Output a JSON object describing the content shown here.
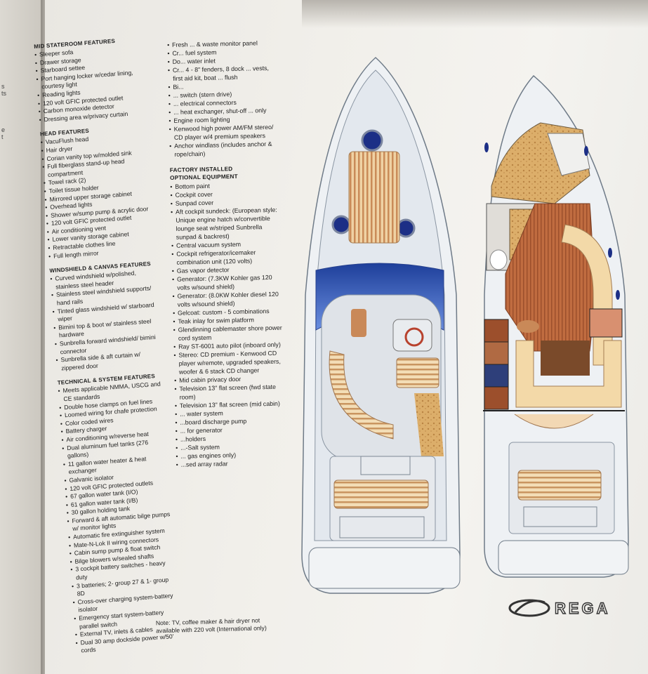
{
  "col1": {
    "sections": [
      {
        "heading": "MID STATEROOM FEATURES",
        "items": [
          "Sleeper sofa",
          "Drawer storage",
          "Starboard settee",
          "Port hanging locker w/cedar lining, courtesy light",
          "Reading lights",
          "120 volt GFIC protected outlet",
          "Carbon monoxide detector",
          "Dressing area w/privacy curtain"
        ]
      },
      {
        "heading": "HEAD FEATURES",
        "items": [
          "VacuFlush head",
          "Hair dryer",
          "Corian vanity top w/molded sink",
          "Full fiberglass stand-up head compartment",
          "Towel rack (2)",
          "Toilet tissue holder",
          "Mirrored upper storage cabinet",
          "Overhead lights",
          "Shower w/sump pump & acrylic door",
          "120 volt GFIC protected outlet",
          "Air conditioning vent",
          "Lower vanity storage cabinet",
          "Retractable clothes line",
          "Full length mirror"
        ]
      },
      {
        "heading": "WINDSHIELD & CANVAS FEATURES",
        "items": [
          "Curved windshield w/polished, stainless steel header",
          "Stainless steel windshield supports/ hand rails",
          "Tinted glass windshield w/ starboard wiper",
          "Bimini top & boot w/ stainless steel hardware",
          "Sunbrella forward windshield/ bimini connector",
          "Sunbrella side & aft curtain w/ zippered door"
        ]
      },
      {
        "heading": "TECHNICAL & SYSTEM FEATURES",
        "items": [
          "Meets applicable NMMA, USCG and CE standards",
          "Double hose clamps on fuel lines",
          "Loomed wiring for chafe protection",
          "Color coded wires",
          "Battery charger",
          "Air conditioning w/reverse heat",
          "Dual aluminum fuel tanks (276 gallons)",
          "11 gallon water heater & heat exchanger",
          "Galvanic isolator",
          "120 volt GFIC protected outlets",
          "67 gallon water tank (I/O)",
          "61 gallon water tank (I/B)",
          "30 gallon holding tank",
          "Forward & aft automatic bilge pumps w/ monitor lights",
          "Automatic fire extinguisher system",
          "Mate-N-Lok II wiring connectors",
          "Cabin sump pump & float switch",
          "Bilge blowers w/sealed shafts",
          "3 cockpit battery switches - heavy duty",
          "3 batteries; 2- group 27 & 1- group 8D",
          "Cross-over charging system-battery isolator",
          "Emergency start system-battery parallel switch",
          "External TV, inlets & cables",
          "Dual 30 amp dockside power w/50' cords"
        ]
      }
    ]
  },
  "col2": {
    "top_items": [
      "Fresh ... & waste monitor panel",
      "Cr... fuel system",
      "Do... water inlet",
      "Cr... 4 - 8\" fenders, 8 dock ... vests, first aid kit, boat ... flush",
      "Bi...",
      "... switch (stern drive)",
      "... electrical connectors",
      "... heat exchanger, shut-off ... only",
      "Engine room lighting",
      "Kenwood high power AM/FM stereo/ CD player w/4 premium speakers",
      "Anchor windlass (includes anchor & rope/chain)"
    ],
    "factory_heading": "FACTORY INSTALLED",
    "optional_heading": "OPTIONAL EQUIPMENT",
    "optional_items": [
      "Bottom paint",
      "Cockpit cover",
      "Sunpad cover",
      "Aft cockpit sundeck: (European style: Unique engine hatch w/convertible lounge seat w/striped Sunbrella sunpad & backrest)",
      "Central vacuum system",
      "Cockpit refrigerator/icemaker combination unit (120 volts)",
      "Gas vapor detector",
      "Generator: (7.3KW Kohler gas 120 volts w/sound shield)",
      "Generator: (8.0KW Kohler diesel 120 volts w/sound shield)",
      "Gelcoat: custom - 5 combinations",
      "Teak inlay for swim platform",
      "Glendinning cablemaster shore power cord system",
      "Ray ST-6001 auto pilot (inboard only)",
      "Stereo: CD premium - Kenwood CD player w/remote, upgraded speakers, woofer & 6 stack CD changer",
      "Mid cabin privacy door",
      "Television 13\" flat screen (fwd state room)",
      "Television 13\" flat screen (mid cabin)",
      "... water system",
      "...board discharge pump",
      "... for generator",
      "...holders",
      "...-Salt system",
      "... gas engines only)",
      "...sed array radar"
    ]
  },
  "note": "Note: TV, coffee maker & hair dryer not available with 220 volt (International only)",
  "logo_text": "REGA",
  "left_margin_fragments": [
    "s",
    "ts",
    "e",
    "t"
  ],
  "colors": {
    "deck": "#eef0f2",
    "hull_line": "#7c8794",
    "teak_light": "#e8c99a",
    "teak_dark": "#b97a4a",
    "cabin_wood": "#b5633a",
    "windshield": "#2f55b8",
    "upholstery": "#f0d7a6"
  }
}
